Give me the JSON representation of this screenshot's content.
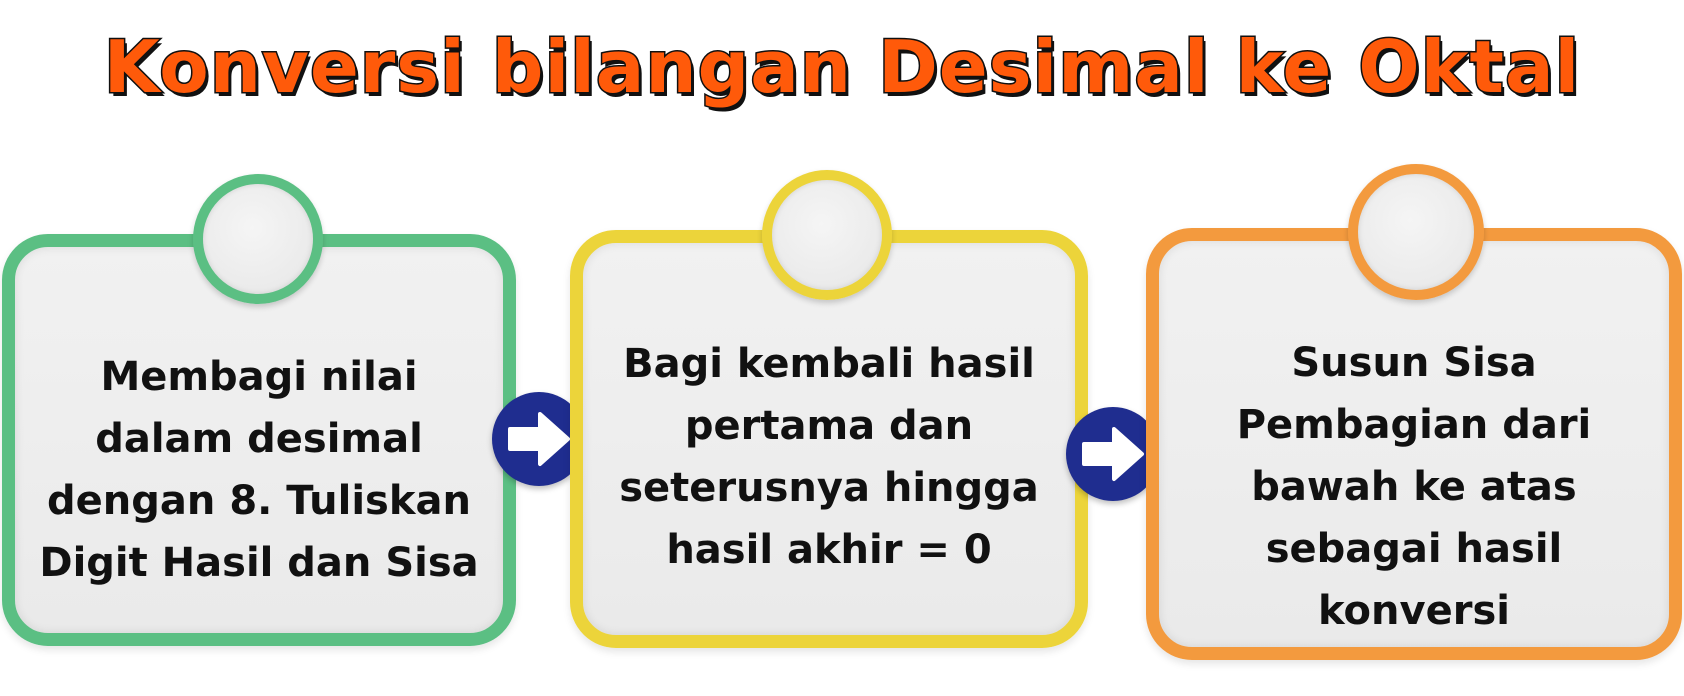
{
  "title": "Konversi bilangan Desimal ke Oktal",
  "steps": [
    {
      "text": "Membagi nilai\ndalam desimal\ndengan 8. Tuliskan\nDigit Hasil dan Sisa",
      "color": "#5bbf83"
    },
    {
      "text": "Bagi kembali hasil\npertama dan\nseterusnya hingga\nhasil akhir = 0",
      "color": "#ecd43a"
    },
    {
      "text": "Susun Sisa\nPembagian dari\nbawah ke atas\nsebagai hasil\nkonversi",
      "color": "#f39a3e"
    }
  ],
  "arrows": [
    {
      "icon": "arrow-right-icon",
      "color": "#1f2d8f"
    },
    {
      "icon": "arrow-right-icon",
      "color": "#1f2d8f"
    }
  ],
  "colors": {
    "title_fill": "#ff5a0a",
    "title_outline": "#111111"
  }
}
